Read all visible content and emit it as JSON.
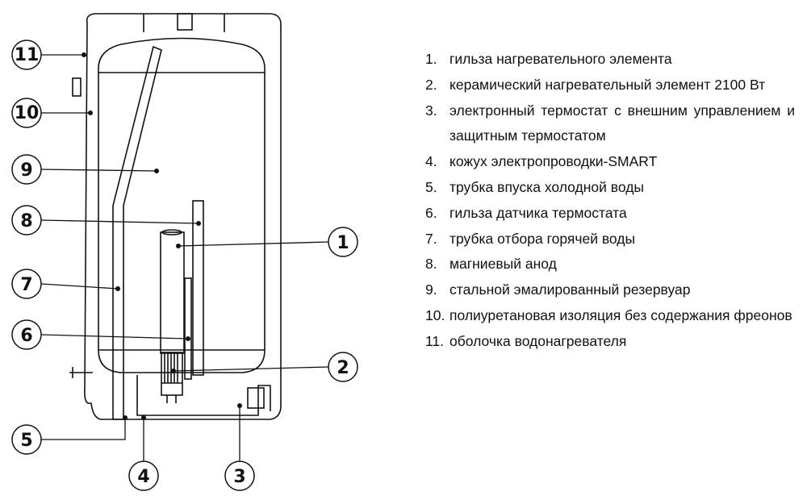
{
  "callouts": [
    "1",
    "2",
    "3",
    "4",
    "5",
    "6",
    "7",
    "8",
    "9",
    "10",
    "11"
  ],
  "legend": [
    {
      "num": "1.",
      "text": "гильза нагревательного элемента"
    },
    {
      "num": "2.",
      "text": "керамический нагревательный элемент 2100 Вт"
    },
    {
      "num": "3.",
      "text": "электронный термостат с внешним управлением и защитным термостатом"
    },
    {
      "num": "4.",
      "text": "кожух электропроводки-SMART"
    },
    {
      "num": "5.",
      "text": "трубка впуска холодной воды"
    },
    {
      "num": "6.",
      "text": "гильза датчика термостата"
    },
    {
      "num": "7.",
      "text": "трубка отбора горячей воды"
    },
    {
      "num": "8.",
      "text": "магниевый анод"
    },
    {
      "num": "9.",
      "text": "стальной эмалированный резервуар"
    },
    {
      "num": "10.",
      "text": "полиуретановая изоляция без содержания фреонов"
    },
    {
      "num": "11.",
      "text": "оболочка водонагревателя"
    }
  ]
}
